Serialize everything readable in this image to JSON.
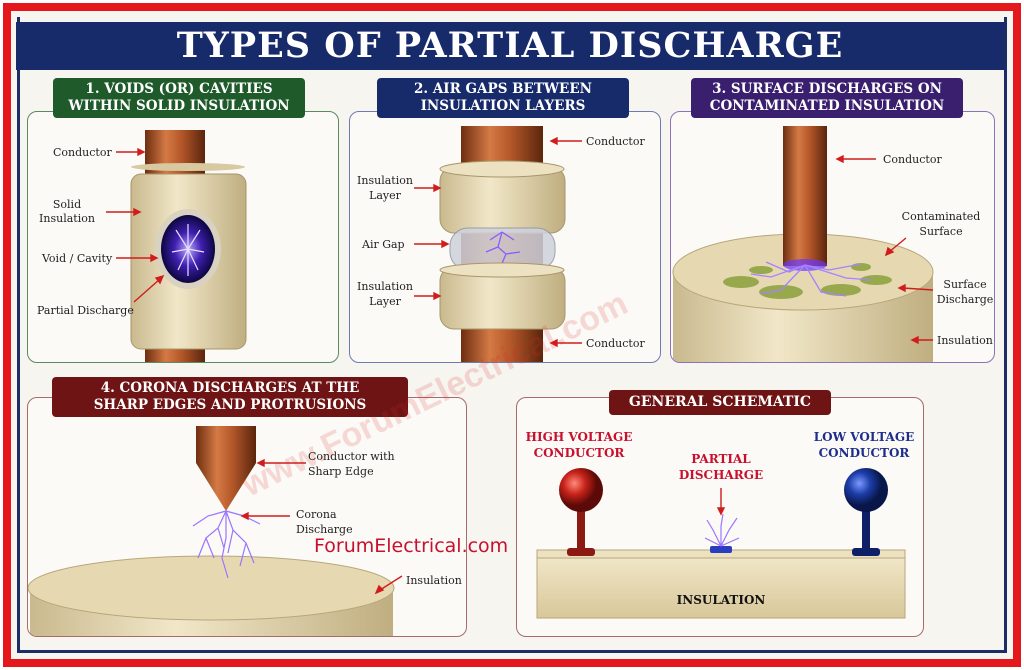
{
  "title": "TYPES OF PARTIAL DISCHARGE",
  "panels": {
    "p1": {
      "title_line1": "1. VOIDS (OR) CAVITIES",
      "title_line2": "WITHIN SOLID INSULATION",
      "labels": {
        "conductor": "Conductor",
        "solid_insulation_1": "Solid",
        "solid_insulation_2": "Insulation",
        "void": "Void / Cavity",
        "pd": "Partial Discharge"
      }
    },
    "p2": {
      "title_line1": "2. AIR GAPS BETWEEN",
      "title_line2": "INSULATION LAYERS",
      "labels": {
        "conductor_top": "Conductor",
        "ins_layer_top_1": "Insulation",
        "ins_layer_top_2": "Layer",
        "air_gap": "Air Gap",
        "ins_layer_bot_1": "Insulation",
        "ins_layer_bot_2": "Layer",
        "conductor_bot": "Conductor"
      }
    },
    "p3": {
      "title_line1": "3. SURFACE DISCHARGES ON",
      "title_line2": "CONTAMINATED INSULATION",
      "labels": {
        "conductor": "Conductor",
        "contaminated_1": "Contaminated",
        "contaminated_2": "Surface",
        "surface_1": "Surface",
        "surface_2": "Discharge",
        "insulation": "Insulation"
      }
    },
    "p4": {
      "title_line1": "4. CORONA DISCHARGES AT THE",
      "title_line2": "SHARP EDGES AND PROTRUSIONS",
      "labels": {
        "conductor_1": "Conductor with",
        "conductor_2": "Sharp Edge",
        "corona_1": "Corona",
        "corona_2": "Discharge",
        "insulation": "Insulation"
      }
    },
    "p5": {
      "title": "GENERAL SCHEMATIC",
      "labels": {
        "hv_1": "HIGH VOLTAGE",
        "hv_2": "CONDUCTOR",
        "pd_1": "PARTIAL",
        "pd_2": "DISCHARGE",
        "lv_1": "LOW VOLTAGE",
        "lv_2": "CONDUCTOR",
        "insulation": "INSULATION"
      }
    }
  },
  "watermark": "ForumElectrical.com",
  "watermark_diag": "www.ForumElectrical.com",
  "colors": {
    "frame": "#e4171c",
    "banner": "#172b6b",
    "p1_title": "#1f5a2a",
    "p2_title": "#172b6b",
    "p3_title": "#3a1f6e",
    "p4_title": "#6e1414",
    "p5_title": "#6e1414",
    "copper": "#b5582a",
    "insulation": "#e8dcb8",
    "discharge": "#8a5cff"
  }
}
